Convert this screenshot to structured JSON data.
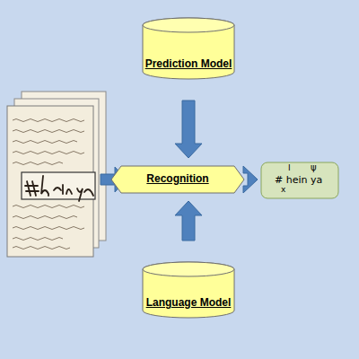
{
  "diagram": {
    "nodes": [
      {
        "text": [
          "Prediction Model"
        ]
      },
      {
        "text": [
          "Recognition"
        ]
      },
      {
        "text": [
          "Language Model"
        ]
      },
      {
        "text": [
          "# hein ya",
          "I",
          "x",
          "ψ"
        ]
      }
    ],
    "edges": [
      {
        "from": 0,
        "to": 1,
        "arrow": "to"
      },
      {
        "from": 2,
        "to": 1,
        "arrow": "to"
      },
      {
        "from": 1,
        "to": 3,
        "arrow": "to"
      }
    ]
  }
}
